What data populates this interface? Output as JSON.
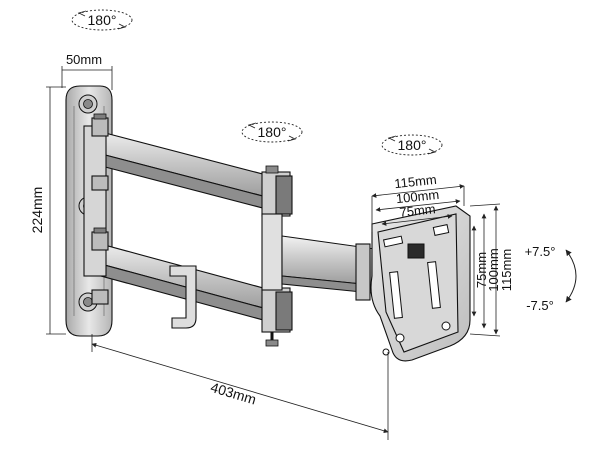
{
  "figure": {
    "rotation_labels": {
      "top": "180°",
      "middle": "180°",
      "right": "180°"
    },
    "dimensions": {
      "wall_plate_width": "50mm",
      "wall_plate_height": "224mm",
      "max_extension": "403mm",
      "vesa_h_max": "115mm",
      "vesa_h_mid": "100mm",
      "vesa_h_min": "75mm",
      "vesa_v_min": "75mm",
      "vesa_v_mid": "100mm",
      "vesa_v_max": "115mm"
    },
    "tilt": {
      "up": "+7.5°",
      "down": "-7.5°"
    },
    "colors": {
      "line": "#222222",
      "metal_dark": "#8c8c8c",
      "metal_mid": "#b9b9b9",
      "metal_light": "#e6e6e6"
    }
  }
}
